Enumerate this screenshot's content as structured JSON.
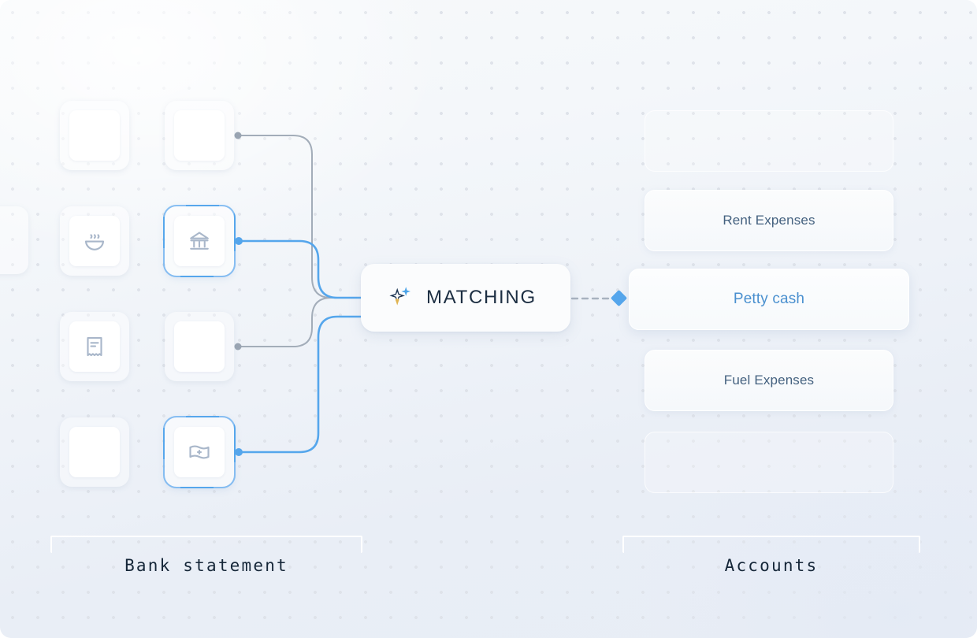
{
  "canvas": {
    "background_color": "#e8edf5",
    "dot_color": "#dfe3ea",
    "accent_color": "#55a6ec",
    "ink_color": "#152638"
  },
  "matching_node": {
    "label": "MATCHING",
    "icon": "sparkle-icon",
    "icon_colors": {
      "primary": "#1c3553",
      "secondary": "#4aa3e8",
      "accent": "#e0b452"
    }
  },
  "bank_statement": {
    "group_label": "Bank statement",
    "items": [
      {
        "id": "txn-1",
        "icon": "blank-icon",
        "state": "empty",
        "column": "left"
      },
      {
        "id": "txn-2",
        "icon": "blank-icon",
        "state": "empty",
        "column": "right"
      },
      {
        "id": "txn-3",
        "icon": "soup-bowl-icon",
        "state": "idle",
        "column": "left"
      },
      {
        "id": "txn-4",
        "icon": "bank-icon",
        "state": "selected",
        "column": "right"
      },
      {
        "id": "txn-5",
        "icon": "receipt-icon",
        "state": "idle",
        "column": "left"
      },
      {
        "id": "txn-6",
        "icon": "blank-icon",
        "state": "empty",
        "column": "right"
      },
      {
        "id": "txn-7",
        "icon": "blank-icon",
        "state": "empty",
        "column": "left"
      },
      {
        "id": "txn-8",
        "icon": "banknote-icon",
        "state": "selected",
        "column": "right"
      }
    ]
  },
  "accounts": {
    "group_label": "Accounts",
    "items": [
      {
        "id": "acct-1",
        "label": "",
        "state": "empty"
      },
      {
        "id": "acct-2",
        "label": "Rent Expenses",
        "state": "idle"
      },
      {
        "id": "acct-3",
        "label": "Petty cash",
        "state": "highlighted"
      },
      {
        "id": "acct-4",
        "label": "Fuel Expenses",
        "state": "idle"
      },
      {
        "id": "acct-5",
        "label": "",
        "state": "empty"
      }
    ]
  },
  "connections": [
    {
      "from": "txn-2",
      "to": "matching_node",
      "style": "solid",
      "color": "#9fa9b5"
    },
    {
      "from": "txn-4",
      "to": "matching_node",
      "style": "solid",
      "color": "#55a6ec"
    },
    {
      "from": "txn-6",
      "to": "matching_node",
      "style": "solid",
      "color": "#9fa9b5"
    },
    {
      "from": "txn-8",
      "to": "matching_node",
      "style": "solid",
      "color": "#55a6ec"
    },
    {
      "from": "matching_node",
      "to": "acct-3",
      "style": "dashed",
      "color": "#a8b2bf",
      "endpoint": "diamond",
      "endpoint_color": "#55a6ec"
    }
  ]
}
